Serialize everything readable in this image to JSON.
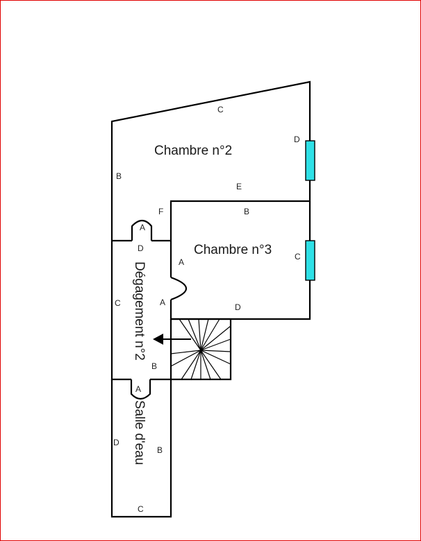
{
  "rooms": {
    "chambre2": "Chambre n°2",
    "chambre3": "Chambre n°3",
    "degagement": "Dégagement n°2",
    "salle": "Salle d'eau"
  },
  "walls": {
    "ch2_c": "C",
    "ch2_d": "D",
    "ch2_b": "B",
    "ch2_e": "E",
    "ch2_f": "F",
    "ch2_a": "A",
    "ch3_b": "B",
    "ch3_a": "A",
    "ch3_c": "C",
    "ch3_d": "D",
    "deg_d": "D",
    "deg_a": "A",
    "deg_c": "C",
    "deg_b": "B",
    "sal_a": "A",
    "sal_d": "D",
    "sal_b": "B",
    "sal_c": "C"
  },
  "colors": {
    "window": "#2ee0e6",
    "frame": "#e00000",
    "wall": "#000000"
  }
}
